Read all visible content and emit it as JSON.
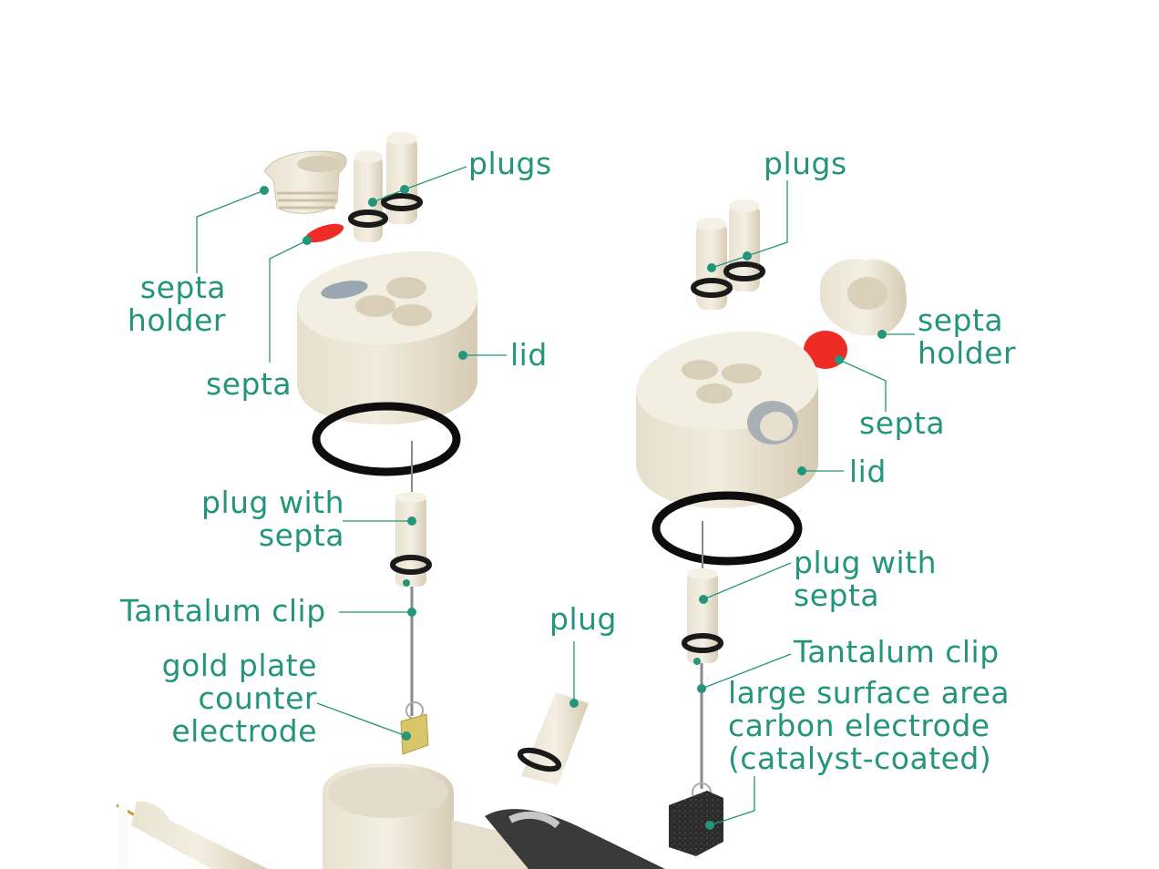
{
  "colors": {
    "label": "#23957c",
    "part": "#ede6d6",
    "part_shade": "#d8ceb8",
    "oring": "#111111",
    "septa": "#ee2b24",
    "gold": "#d9c56a",
    "foam": "#2a2a2a"
  },
  "left_assembly": {
    "plugs": "plugs",
    "septa_holder_1": "septa",
    "septa_holder_2": "holder",
    "septa": "septa",
    "lid": "lid",
    "plug_with_septa_1": "plug with",
    "plug_with_septa_2": "septa",
    "tantalum_clip": "Tantalum clip",
    "counter_electrode_1": "gold plate",
    "counter_electrode_2": "counter",
    "counter_electrode_3": "electrode"
  },
  "middle": {
    "plug": "plug"
  },
  "right_assembly": {
    "plugs": "plugs",
    "septa_holder_1": "septa",
    "septa_holder_2": "holder",
    "septa": "septa",
    "lid": "lid",
    "plug_with_septa_1": "plug with",
    "plug_with_septa_2": "septa",
    "tantalum_clip": "Tantalum clip",
    "working_electrode_1": "large surface area",
    "working_electrode_2": "carbon electrode",
    "working_electrode_3": "(catalyst-coated)"
  }
}
